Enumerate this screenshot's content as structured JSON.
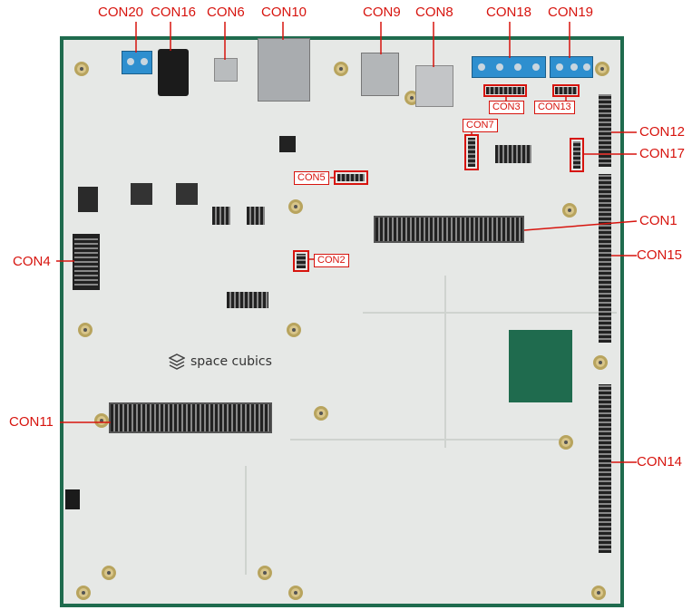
{
  "labels": {
    "con20": "CON20",
    "con16": "CON16",
    "con6": "CON6",
    "con10": "CON10",
    "con9": "CON9",
    "con8": "CON8",
    "con18": "CON18",
    "con19": "CON19",
    "con12": "CON12",
    "con17": "CON17",
    "con1": "CON1",
    "con15": "CON15",
    "con4": "CON4",
    "con14": "CON14",
    "con11": "CON11",
    "con3": "CON3",
    "con13": "CON13",
    "con7": "CON7",
    "con5": "CON5",
    "con2": "CON2"
  },
  "board": {
    "logo_text": "space cubics"
  },
  "colors": {
    "label": "#d7140e",
    "pcb_green": "#1f6b4e",
    "silkscreen": "#e6e8e6",
    "terminal_blue": "#2e8fcf"
  }
}
